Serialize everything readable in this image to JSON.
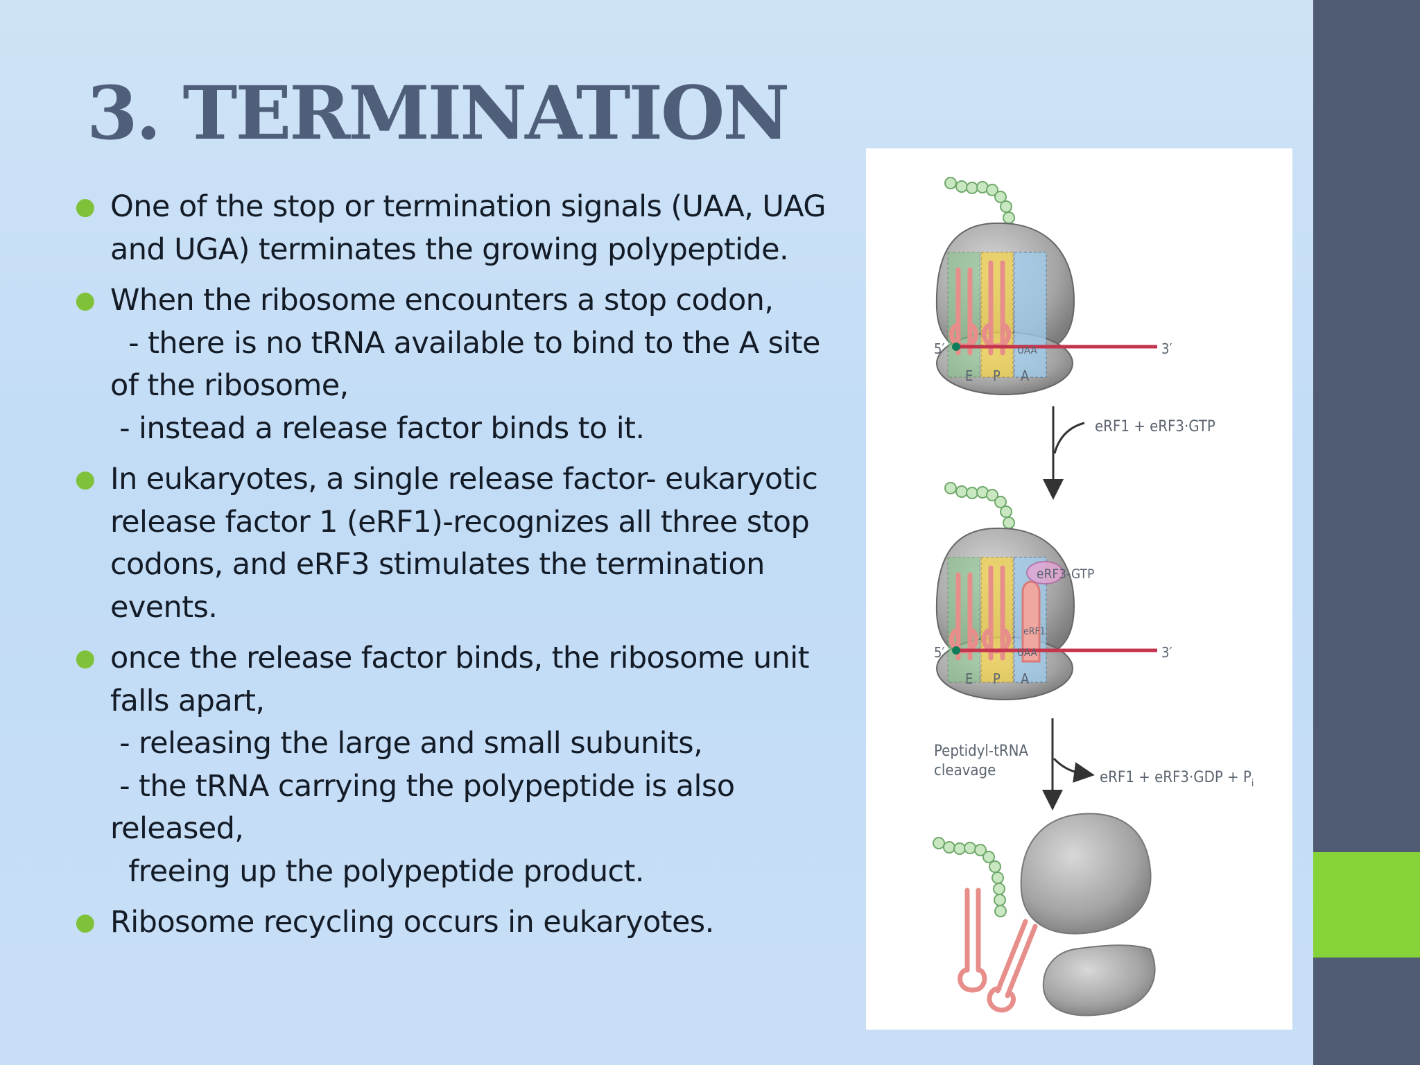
{
  "slide": {
    "title": "3. TERMINATION",
    "bullets": [
      {
        "lines": [
          "One of the stop or termination signals (UAA, UAG",
          "and UGA) terminates the growing polypeptide."
        ]
      },
      {
        "lines": [
          "When the ribosome encounters a stop codon,",
          "  - there is no tRNA available to bind to the A site",
          "of the ribosome,",
          " - instead a release factor binds to it."
        ]
      },
      {
        "lines": [
          "In eukaryotes, a single release factor- eukaryotic",
          "release factor 1 (eRF1)-recognizes all three stop",
          "codons, and eRF3 stimulates the termination",
          "events."
        ]
      },
      {
        "lines": [
          "once the release factor binds, the ribosome unit",
          "falls apart,",
          " - releasing the large and small subunits,",
          " - the tRNA carrying the polypeptide is also",
          "released,",
          "  freeing up the polypeptide product."
        ]
      },
      {
        "lines": [
          "Ribosome recycling occurs in eukaryotes."
        ]
      }
    ]
  },
  "figure": {
    "labels": {
      "five_prime": "5′",
      "three_prime": "3′",
      "site_e": "E",
      "site_p": "P",
      "site_a": "A",
      "stop_codon": "UAA",
      "step1": "eRF1 + eRF3·GTP",
      "erf3_gtp": "eRF3-GTP",
      "erf1": "eRF1",
      "cleavage_line1": "Peptidyl-tRNA",
      "cleavage_line2": "cleavage",
      "step2": "eRF1 + eRF3·GDP + P",
      "step2_sub": "i"
    },
    "colors": {
      "ribosome": "#9a9a9a",
      "mrna": "#c4344c",
      "trna": "#f0a7a0",
      "peptide": "#a9d7a4",
      "p_site": "#f2d34e",
      "a_site": "#9fcdef",
      "e_site": "#86c88a"
    }
  }
}
